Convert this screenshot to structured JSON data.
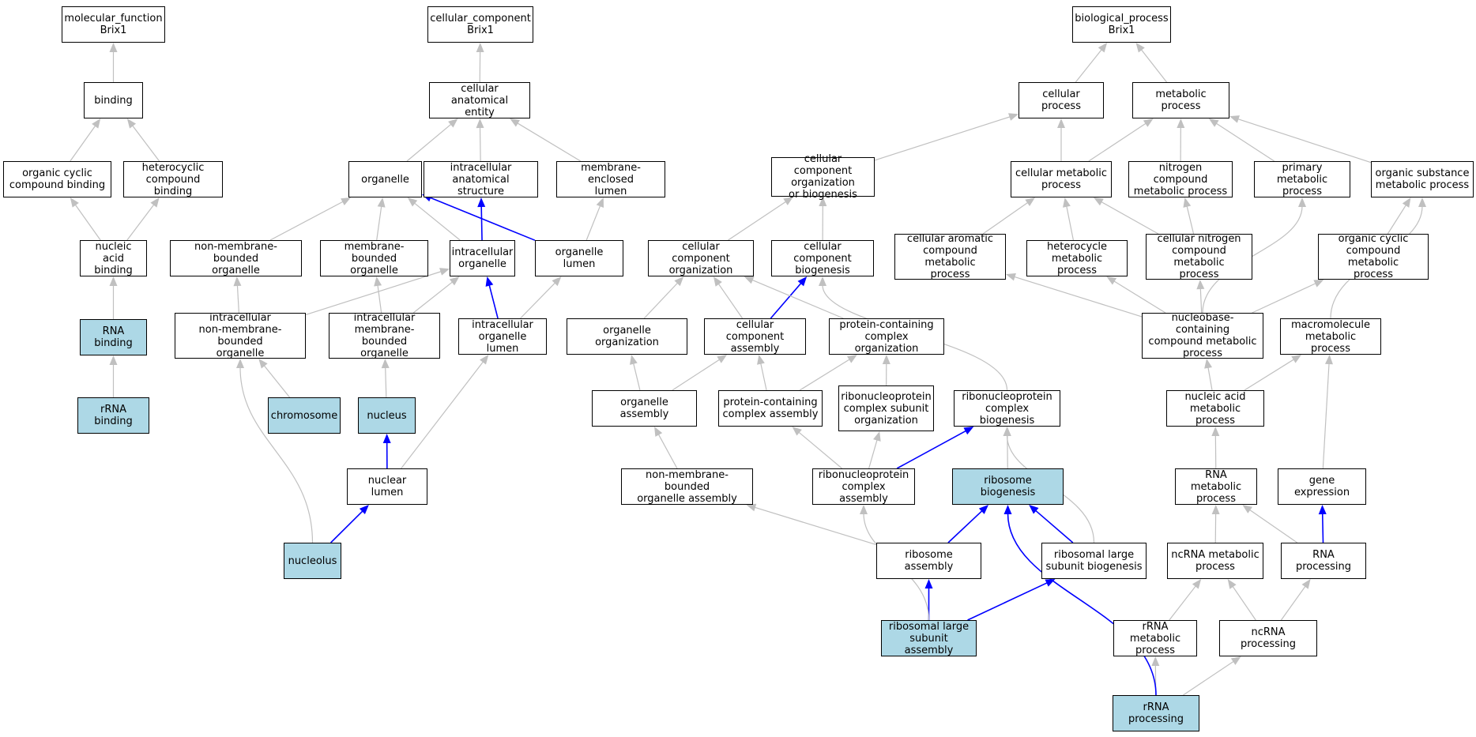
{
  "colors": {
    "highlight_fill": "#add8e6",
    "default_fill": "#ffffff",
    "edge_gray": "#c0c0c0",
    "edge_blue": "#0000ff",
    "border": "#000000"
  },
  "nodes": {
    "mf_root": {
      "label": "molecular_function\nBrix1",
      "highlight": false
    },
    "binding": {
      "label": "binding",
      "highlight": false
    },
    "organic_cyclic_binding": {
      "label": "organic cyclic\ncompound binding",
      "highlight": false
    },
    "heterocyclic_binding": {
      "label": "heterocyclic\ncompound binding",
      "highlight": false
    },
    "nucleic_acid_binding": {
      "label": "nucleic acid\nbinding",
      "highlight": false
    },
    "rna_binding": {
      "label": "RNA binding",
      "highlight": true
    },
    "rrna_binding": {
      "label": "rRNA binding",
      "highlight": true
    },
    "cc_root": {
      "label": "cellular_component\nBrix1",
      "highlight": false
    },
    "cellular_anatomical_entity": {
      "label": "cellular anatomical\nentity",
      "highlight": false
    },
    "organelle": {
      "label": "organelle",
      "highlight": false
    },
    "intracellular_anatomical_structure": {
      "label": "intracellular\nanatomical structure",
      "highlight": false
    },
    "membrane_enclosed_lumen": {
      "label": "membrane-enclosed\nlumen",
      "highlight": false
    },
    "non_membrane_bounded_organelle": {
      "label": "non-membrane-bounded\norganelle",
      "highlight": false
    },
    "membrane_bounded_organelle": {
      "label": "membrane-bounded\norganelle",
      "highlight": false
    },
    "intracellular_organelle": {
      "label": "intracellular\norganelle",
      "highlight": false
    },
    "organelle_lumen": {
      "label": "organelle lumen",
      "highlight": false
    },
    "intracellular_nmb_organelle": {
      "label": "intracellular\nnon-membrane-bounded\norganelle",
      "highlight": false
    },
    "intracellular_mb_organelle": {
      "label": "intracellular\nmembrane-bounded\norganelle",
      "highlight": false
    },
    "intracellular_organelle_lumen": {
      "label": "intracellular\norganelle lumen",
      "highlight": false
    },
    "chromosome": {
      "label": "chromosome",
      "highlight": true
    },
    "nucleus": {
      "label": "nucleus",
      "highlight": true
    },
    "nuclear_lumen": {
      "label": "nuclear lumen",
      "highlight": false
    },
    "nucleolus": {
      "label": "nucleolus",
      "highlight": true
    },
    "bp_root": {
      "label": "biological_process\nBrix1",
      "highlight": false
    },
    "cellular_process": {
      "label": "cellular process",
      "highlight": false
    },
    "metabolic_process": {
      "label": "metabolic process",
      "highlight": false
    },
    "cc_org_or_biogenesis": {
      "label": "cellular component\norganization\nor biogenesis",
      "highlight": false
    },
    "cellular_metabolic_process": {
      "label": "cellular metabolic\nprocess",
      "highlight": false
    },
    "nitrogen_compound_mp": {
      "label": "nitrogen compound\nmetabolic process",
      "highlight": false
    },
    "primary_mp": {
      "label": "primary metabolic\nprocess",
      "highlight": false
    },
    "organic_substance_mp": {
      "label": "organic substance\nmetabolic process",
      "highlight": false
    },
    "cc_organization": {
      "label": "cellular component\norganization",
      "highlight": false
    },
    "cc_biogenesis": {
      "label": "cellular component\nbiogenesis",
      "highlight": false
    },
    "cellular_aromatic_mp": {
      "label": "cellular aromatic\ncompound metabolic\nprocess",
      "highlight": false
    },
    "heterocycle_mp": {
      "label": "heterocycle\nmetabolic process",
      "highlight": false
    },
    "cellular_nitrogen_mp": {
      "label": "cellular nitrogen\ncompound metabolic\nprocess",
      "highlight": false
    },
    "organic_cyclic_mp": {
      "label": "organic cyclic\ncompound metabolic\nprocess",
      "highlight": false
    },
    "organelle_organization": {
      "label": "organelle organization",
      "highlight": false
    },
    "cc_assembly": {
      "label": "cellular component\nassembly",
      "highlight": false
    },
    "protein_containing_complex_org": {
      "label": "protein-containing\ncomplex organization",
      "highlight": false
    },
    "nucleobase_mp": {
      "label": "nucleobase-containing\ncompound metabolic\nprocess",
      "highlight": false
    },
    "macromolecule_mp": {
      "label": "macromolecule\nmetabolic process",
      "highlight": false
    },
    "organelle_assembly": {
      "label": "organelle assembly",
      "highlight": false
    },
    "protein_containing_complex_assembly": {
      "label": "protein-containing\ncomplex assembly",
      "highlight": false
    },
    "rnp_complex_subunit_org": {
      "label": "ribonucleoprotein\ncomplex subunit\norganization",
      "highlight": false
    },
    "rnp_complex_biogenesis": {
      "label": "ribonucleoprotein\ncomplex biogenesis",
      "highlight": false
    },
    "nucleic_acid_mp": {
      "label": "nucleic acid\nmetabolic process",
      "highlight": false
    },
    "nmb_organelle_assembly": {
      "label": "non-membrane-bounded\norganelle assembly",
      "highlight": false
    },
    "rnp_complex_assembly": {
      "label": "ribonucleoprotein\ncomplex assembly",
      "highlight": false
    },
    "ribosome_biogenesis": {
      "label": "ribosome biogenesis",
      "highlight": true
    },
    "rna_mp": {
      "label": "RNA metabolic\nprocess",
      "highlight": false
    },
    "gene_expression": {
      "label": "gene expression",
      "highlight": false
    },
    "ribosome_assembly": {
      "label": "ribosome assembly",
      "highlight": false
    },
    "ribosomal_large_subunit_biogenesis": {
      "label": "ribosomal large\nsubunit biogenesis",
      "highlight": false
    },
    "ncrna_mp": {
      "label": "ncRNA metabolic\nprocess",
      "highlight": false
    },
    "rna_processing": {
      "label": "RNA processing",
      "highlight": false
    },
    "ribosomal_large_subunit_assembly": {
      "label": "ribosomal large\nsubunit assembly",
      "highlight": true
    },
    "rrna_mp": {
      "label": "rRNA metabolic\nprocess",
      "highlight": false
    },
    "ncrna_processing": {
      "label": "ncRNA processing",
      "highlight": false
    },
    "rrna_processing": {
      "label": "rRNA processing",
      "highlight": true
    }
  },
  "edges": [
    {
      "from": "binding",
      "to": "mf_root",
      "color": "gray"
    },
    {
      "from": "organic_cyclic_binding",
      "to": "binding",
      "color": "gray"
    },
    {
      "from": "heterocyclic_binding",
      "to": "binding",
      "color": "gray"
    },
    {
      "from": "nucleic_acid_binding",
      "to": "organic_cyclic_binding",
      "color": "gray"
    },
    {
      "from": "nucleic_acid_binding",
      "to": "heterocyclic_binding",
      "color": "gray"
    },
    {
      "from": "rna_binding",
      "to": "nucleic_acid_binding",
      "color": "gray"
    },
    {
      "from": "rrna_binding",
      "to": "rna_binding",
      "color": "gray"
    },
    {
      "from": "cellular_anatomical_entity",
      "to": "cc_root",
      "color": "gray"
    },
    {
      "from": "organelle",
      "to": "cellular_anatomical_entity",
      "color": "gray"
    },
    {
      "from": "intracellular_anatomical_structure",
      "to": "cellular_anatomical_entity",
      "color": "gray"
    },
    {
      "from": "membrane_enclosed_lumen",
      "to": "cellular_anatomical_entity",
      "color": "gray"
    },
    {
      "from": "non_membrane_bounded_organelle",
      "to": "organelle",
      "color": "gray"
    },
    {
      "from": "membrane_bounded_organelle",
      "to": "organelle",
      "color": "gray"
    },
    {
      "from": "intracellular_organelle",
      "to": "organelle",
      "color": "gray"
    },
    {
      "from": "intracellular_organelle",
      "to": "intracellular_anatomical_structure",
      "color": "blue"
    },
    {
      "from": "organelle_lumen",
      "to": "organelle",
      "color": "blue"
    },
    {
      "from": "organelle_lumen",
      "to": "membrane_enclosed_lumen",
      "color": "gray"
    },
    {
      "from": "intracellular_nmb_organelle",
      "to": "non_membrane_bounded_organelle",
      "color": "gray"
    },
    {
      "from": "intracellular_nmb_organelle",
      "to": "intracellular_organelle",
      "color": "gray"
    },
    {
      "from": "intracellular_mb_organelle",
      "to": "membrane_bounded_organelle",
      "color": "gray"
    },
    {
      "from": "intracellular_mb_organelle",
      "to": "intracellular_organelle",
      "color": "gray"
    },
    {
      "from": "intracellular_organelle_lumen",
      "to": "intracellular_organelle",
      "color": "blue"
    },
    {
      "from": "intracellular_organelle_lumen",
      "to": "organelle_lumen",
      "color": "gray"
    },
    {
      "from": "chromosome",
      "to": "intracellular_nmb_organelle",
      "color": "gray"
    },
    {
      "from": "nucleus",
      "to": "intracellular_mb_organelle",
      "color": "gray"
    },
    {
      "from": "nuclear_lumen",
      "to": "nucleus",
      "color": "blue"
    },
    {
      "from": "nuclear_lumen",
      "to": "intracellular_organelle_lumen",
      "color": "gray"
    },
    {
      "from": "nucleolus",
      "to": "nuclear_lumen",
      "color": "blue"
    },
    {
      "from": "nucleolus",
      "to": "intracellular_nmb_organelle",
      "color": "gray",
      "curve": true
    },
    {
      "from": "cellular_process",
      "to": "bp_root",
      "color": "gray"
    },
    {
      "from": "metabolic_process",
      "to": "bp_root",
      "color": "gray"
    },
    {
      "from": "cc_org_or_biogenesis",
      "to": "cellular_process",
      "color": "gray"
    },
    {
      "from": "cellular_metabolic_process",
      "to": "cellular_process",
      "color": "gray"
    },
    {
      "from": "cellular_metabolic_process",
      "to": "metabolic_process",
      "color": "gray"
    },
    {
      "from": "nitrogen_compound_mp",
      "to": "metabolic_process",
      "color": "gray"
    },
    {
      "from": "primary_mp",
      "to": "metabolic_process",
      "color": "gray"
    },
    {
      "from": "organic_substance_mp",
      "to": "metabolic_process",
      "color": "gray"
    },
    {
      "from": "cc_organization",
      "to": "cc_org_or_biogenesis",
      "color": "gray"
    },
    {
      "from": "cc_biogenesis",
      "to": "cc_org_or_biogenesis",
      "color": "gray"
    },
    {
      "from": "cellular_aromatic_mp",
      "to": "cellular_metabolic_process",
      "color": "gray"
    },
    {
      "from": "heterocycle_mp",
      "to": "cellular_metabolic_process",
      "color": "gray"
    },
    {
      "from": "cellular_nitrogen_mp",
      "to": "cellular_metabolic_process",
      "color": "gray"
    },
    {
      "from": "cellular_nitrogen_mp",
      "to": "nitrogen_compound_mp",
      "color": "gray"
    },
    {
      "from": "organic_cyclic_mp",
      "to": "organic_substance_mp",
      "color": "gray"
    },
    {
      "from": "organelle_organization",
      "to": "cc_organization",
      "color": "gray"
    },
    {
      "from": "cc_assembly",
      "to": "cc_organization",
      "color": "gray"
    },
    {
      "from": "cc_assembly",
      "to": "cc_biogenesis",
      "color": "blue"
    },
    {
      "from": "protein_containing_complex_org",
      "to": "cc_organization",
      "color": "gray"
    },
    {
      "from": "nucleobase_mp",
      "to": "cellular_aromatic_mp",
      "color": "gray"
    },
    {
      "from": "nucleobase_mp",
      "to": "heterocycle_mp",
      "color": "gray"
    },
    {
      "from": "nucleobase_mp",
      "to": "cellular_nitrogen_mp",
      "color": "gray"
    },
    {
      "from": "nucleobase_mp",
      "to": "organic_cyclic_mp",
      "color": "gray"
    },
    {
      "from": "nucleobase_mp",
      "to": "primary_mp",
      "color": "gray",
      "curve": true
    },
    {
      "from": "macromolecule_mp",
      "to": "organic_substance_mp",
      "color": "gray",
      "curve": true
    },
    {
      "from": "organelle_assembly",
      "to": "organelle_organization",
      "color": "gray"
    },
    {
      "from": "organelle_assembly",
      "to": "cc_assembly",
      "color": "gray"
    },
    {
      "from": "protein_containing_complex_assembly",
      "to": "cc_assembly",
      "color": "gray"
    },
    {
      "from": "protein_containing_complex_assembly",
      "to": "protein_containing_complex_org",
      "color": "gray"
    },
    {
      "from": "rnp_complex_subunit_org",
      "to": "protein_containing_complex_org",
      "color": "gray"
    },
    {
      "from": "rnp_complex_biogenesis",
      "to": "cc_biogenesis",
      "color": "gray",
      "curve": true
    },
    {
      "from": "nucleic_acid_mp",
      "to": "nucleobase_mp",
      "color": "gray"
    },
    {
      "from": "nucleic_acid_mp",
      "to": "macromolecule_mp",
      "color": "gray"
    },
    {
      "from": "nmb_organelle_assembly",
      "to": "organelle_assembly",
      "color": "gray"
    },
    {
      "from": "rnp_complex_assembly",
      "to": "protein_containing_complex_assembly",
      "color": "gray"
    },
    {
      "from": "rnp_complex_assembly",
      "to": "rnp_complex_subunit_org",
      "color": "gray"
    },
    {
      "from": "rnp_complex_assembly",
      "to": "rnp_complex_biogenesis",
      "color": "blue"
    },
    {
      "from": "ribosome_biogenesis",
      "to": "rnp_complex_biogenesis",
      "color": "gray"
    },
    {
      "from": "rna_mp",
      "to": "nucleic_acid_mp",
      "color": "gray"
    },
    {
      "from": "gene_expression",
      "to": "macromolecule_mp",
      "color": "gray"
    },
    {
      "from": "ribosome_assembly",
      "to": "nmb_organelle_assembly",
      "color": "gray"
    },
    {
      "from": "ribosome_assembly",
      "to": "ribosome_biogenesis",
      "color": "blue"
    },
    {
      "from": "ribosomal_large_subunit_biogenesis",
      "to": "ribosome_biogenesis",
      "color": "blue"
    },
    {
      "from": "ribosomal_large_subunit_biogenesis",
      "to": "rnp_complex_biogenesis",
      "color": "gray",
      "curve": true
    },
    {
      "from": "ncrna_mp",
      "to": "rna_mp",
      "color": "gray"
    },
    {
      "from": "rna_processing",
      "to": "rna_mp",
      "color": "gray"
    },
    {
      "from": "rna_processing",
      "to": "gene_expression",
      "color": "blue"
    },
    {
      "from": "ribosomal_large_subunit_assembly",
      "to": "ribosome_assembly",
      "color": "blue"
    },
    {
      "from": "ribosomal_large_subunit_assembly",
      "to": "ribosomal_large_subunit_biogenesis",
      "color": "blue"
    },
    {
      "from": "ribosomal_large_subunit_assembly",
      "to": "rnp_complex_assembly",
      "color": "gray",
      "curve": true
    },
    {
      "from": "rrna_mp",
      "to": "ncrna_mp",
      "color": "gray"
    },
    {
      "from": "ncrna_processing",
      "to": "ncrna_mp",
      "color": "gray"
    },
    {
      "from": "ncrna_processing",
      "to": "rna_processing",
      "color": "gray"
    },
    {
      "from": "rrna_processing",
      "to": "rrna_mp",
      "color": "gray"
    },
    {
      "from": "rrna_processing",
      "to": "ncrna_processing",
      "color": "gray"
    },
    {
      "from": "rrna_processing",
      "to": "ribosome_biogenesis",
      "color": "blue",
      "curve": true
    }
  ]
}
